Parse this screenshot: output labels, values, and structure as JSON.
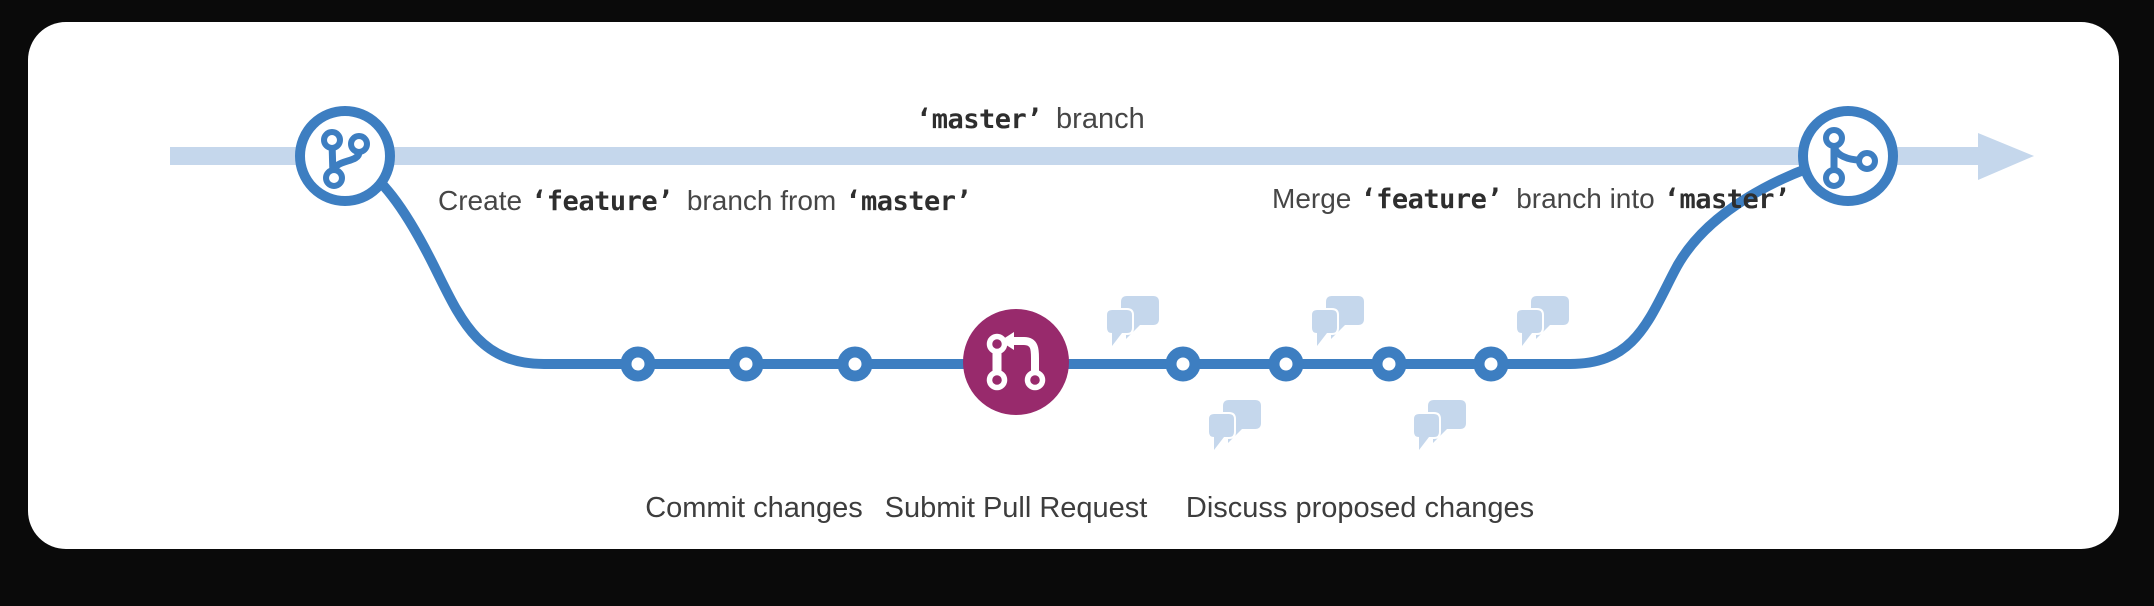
{
  "master_branch": {
    "code": "‘master’",
    "label": "branch"
  },
  "feature_branch": {
    "create": {
      "pre": "Create",
      "code1": "‘feature’",
      "mid": "branch from",
      "code2": "‘master’"
    },
    "merge": {
      "pre": "Merge",
      "code1": "‘feature’",
      "mid": "branch into",
      "code2": "‘master’"
    }
  },
  "steps": {
    "commit": "Commit changes",
    "submit": "Submit Pull Request",
    "discuss": "Discuss proposed changes"
  },
  "colors": {
    "accent_blue": "#3D7EC1",
    "light_blue": "#C5D7EC",
    "accent_purple": "#982A6C",
    "text_dark": "#3D3D3D",
    "card_bg": "#FFFFFF",
    "page_bg": "#0A0A0A"
  },
  "icons": {
    "left_node": "git-branch-icon",
    "right_node": "git-merge-icon",
    "center_node": "pull-request-icon",
    "bubbles": "discussion-bubbles-icon"
  }
}
